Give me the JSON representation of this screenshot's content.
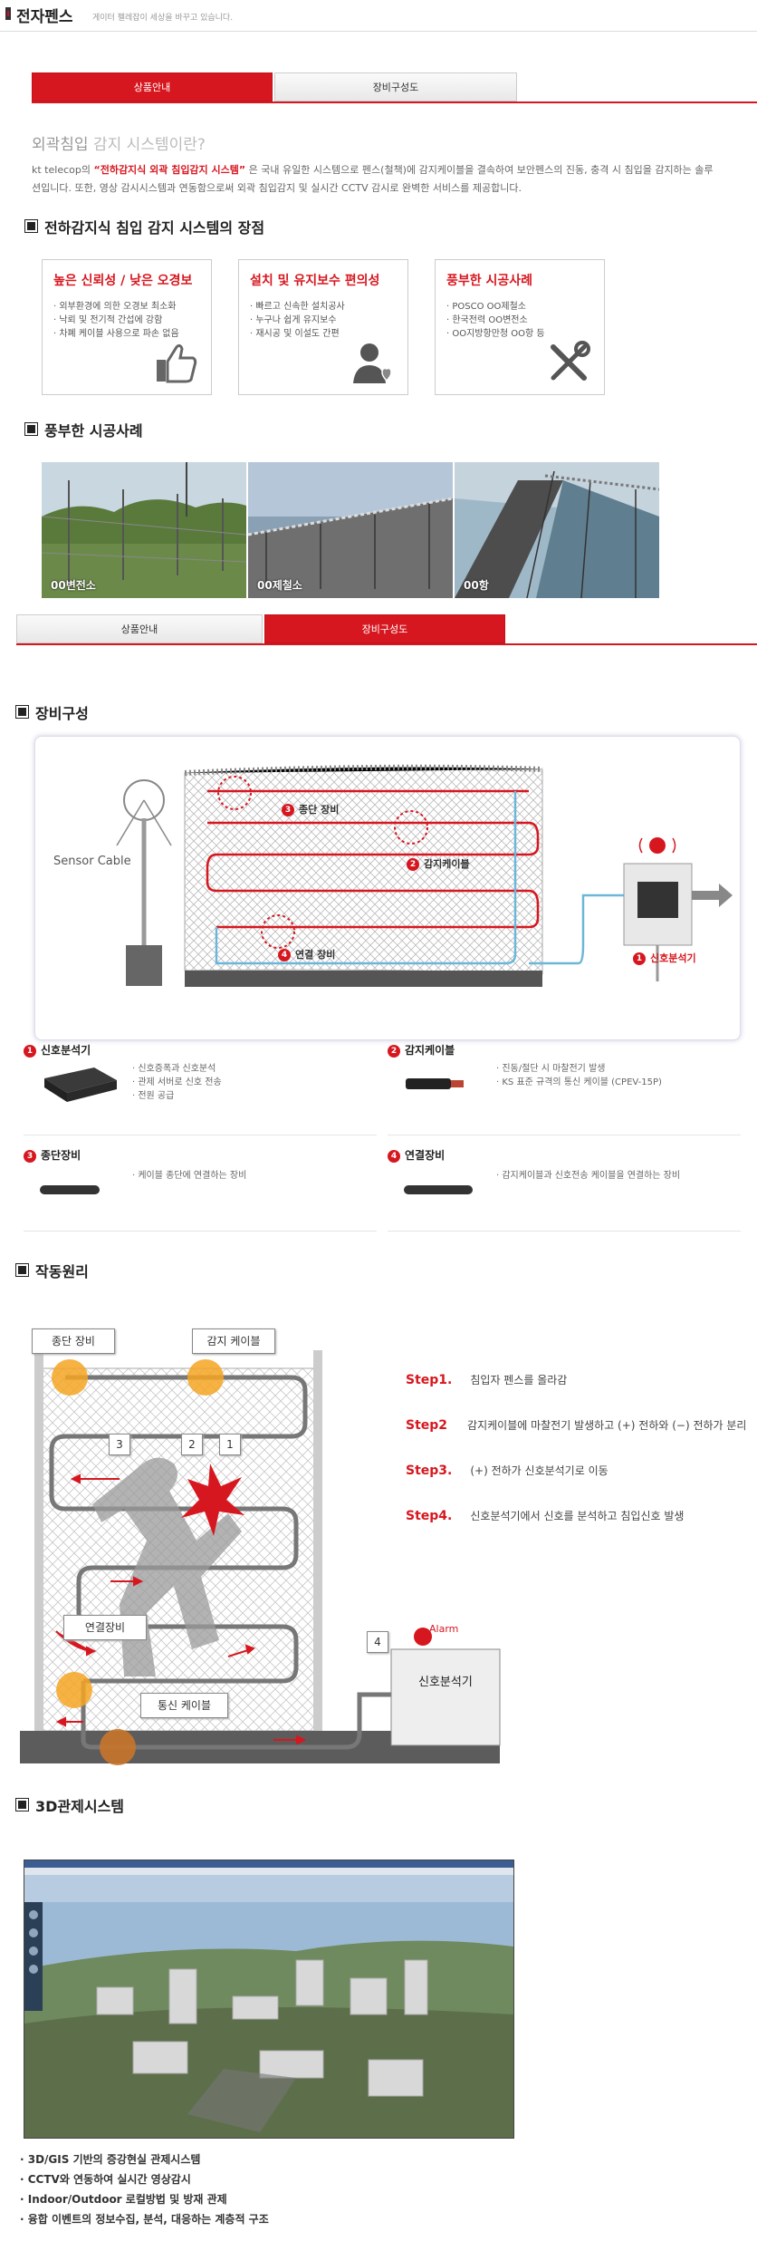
{
  "header": {
    "title": "전자펜스",
    "subtitle": "게이터 펠레잡이 세상을 바꾸고 있습니다."
  },
  "tabs_top": [
    {
      "label": "상품안내"
    },
    {
      "label": "장비구성도"
    }
  ],
  "intro": {
    "title_prefix": "외곽침입",
    "title_main": " 감지 시스템이란?",
    "text_prefix": "kt telecop의 ",
    "text_highlight": "“전하감지식 외곽 침입감지 시스템”",
    "text_suffix": " 은 국내 유일한 시스템으로 펜스(철책)에 감지케이블을 결속하여 보안펜스의 진동, 충격 시 침입을 감지하는 솔루션입니다. 또한, 영상 감시시스템과 연동함으로써 외곽 침입감지 및 실시간 CCTV 감시로 완벽한 서비스를 제공합니다."
  },
  "advantages": {
    "title": "전하감지식 침입 감지 시스템의 장점",
    "cards": [
      {
        "title": "높은 신뢰성 / 낮은 오경보",
        "items": [
          "· 외부환경에 의한 오경보 최소화",
          "· 낙뢰 및 전기적 간섭에 강함",
          "· 차폐 케이블 사용으로 파손 없음"
        ],
        "icon": "thumbs-up-icon"
      },
      {
        "title": "설치 및 유지보수 편의성",
        "items": [
          "· 빠르고 신속한 설치공사",
          "· 누구나 쉽게 유지보수",
          "· 재시공 및 이설도 간편"
        ],
        "icon": "user-heart-icon"
      },
      {
        "title": "풍부한 시공사례",
        "items": [
          "· POSCO OO제철소",
          "· 한국전력 OO변전소",
          "· OO지방항만청 OO항 등"
        ],
        "icon": "tools-icon"
      }
    ]
  },
  "cases": {
    "title": "풍부한 시공사례",
    "photos": [
      {
        "caption": "00변전소"
      },
      {
        "caption": "00제철소"
      },
      {
        "caption": "00항"
      }
    ]
  },
  "tabs_bottom": [
    {
      "label": "상품안내"
    },
    {
      "label": "장비구성도"
    }
  ],
  "equipment": {
    "title": "장비구성",
    "diagram": {
      "sensor_cable": "Sensor Cable",
      "labels": [
        {
          "num": "3",
          "text": "종단 장비"
        },
        {
          "num": "2",
          "text": "감지케이블"
        },
        {
          "num": "4",
          "text": "연결 장비"
        },
        {
          "num": "1",
          "text": "신호분석기"
        }
      ]
    },
    "components": [
      {
        "num": "1",
        "title": "신호분석기",
        "items": [
          "· 신호증폭과 신호분석",
          "· 관제 서버로 신호 전송",
          "· 전원 공급"
        ]
      },
      {
        "num": "2",
        "title": "감지케이블",
        "items": [
          "· 진동/절단 시 마찰전기 발생",
          "· KS 표준 규격의 통신 케이블 (CPEV-15P)"
        ]
      },
      {
        "num": "3",
        "title": "종단장비",
        "items": [
          "· 케이블 종단에 연결하는 장비"
        ]
      },
      {
        "num": "4",
        "title": "연결장비",
        "items": [
          "· 감지케이블과 신호전송 케이블을 연결하는 장비"
        ]
      }
    ]
  },
  "operation": {
    "title": "작동원리",
    "diagram": {
      "end_device": "종단 장비",
      "sensor_cable": "감지 케이블",
      "connector": "연결장비",
      "comm_cable": "통신 케이블",
      "analyzer": "신호분석기",
      "alarm": "Alarm",
      "nums": [
        "3",
        "2",
        "1",
        "4"
      ]
    },
    "steps": [
      {
        "label": "Step1.",
        "text": "침입자 펜스를 올라감"
      },
      {
        "label": "Step2",
        "text": "감지케이블에 마찰전기 발생하고 (+) 전하와 (−) 전하가 분리"
      },
      {
        "label": "Step3.",
        "text": "(+) 전하가 신호분석기로 이동"
      },
      {
        "label": "Step4.",
        "text": "신호분석기에서 신호를 분석하고 침입신호 발생"
      }
    ]
  },
  "control": {
    "title": "3D관제시스템",
    "bullets": [
      "· 3D/GIS 기반의 증강현실 관제시스템",
      "· CCTV와 연동하여 실시간 영상감시",
      "· Indoor/Outdoor 로컬방법 및 방재 관제",
      "· 융합 이벤트의 정보수집, 분석, 대응하는 계층적 구조"
    ]
  },
  "colors": {
    "accent": "#d7171f",
    "dark": "#222222"
  }
}
